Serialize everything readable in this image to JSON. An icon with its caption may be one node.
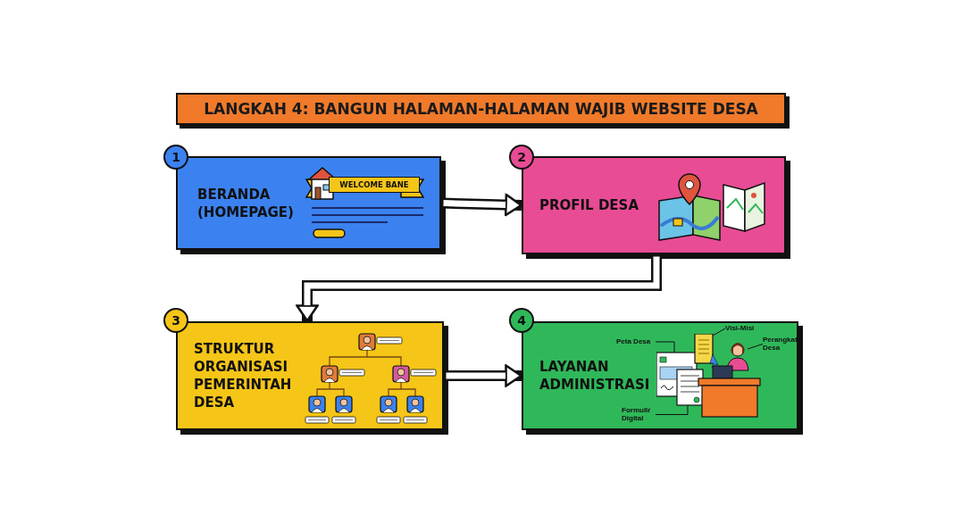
{
  "diagram": {
    "title": "LANGKAH 4: BANGUN HALAMAN-HALAMAN WAJIB WEBSITE DESA",
    "nodes": [
      {
        "text": [
          "BERANDA (HOMEPAGE)"
        ]
      },
      {
        "text": [
          "1"
        ]
      },
      {
        "text": [
          "WELCOME BANE"
        ],
        "in": 0
      },
      {
        "text": [
          "PROFIL DESA"
        ]
      },
      {
        "text": [
          "2"
        ]
      },
      {
        "text": [
          "STRUKTUR ORGANISASI PEMERINTAH DESA"
        ]
      },
      {
        "text": [
          "3"
        ]
      },
      {
        "text": [
          "LAYANAN ADMINISTRASI"
        ]
      },
      {
        "text": [
          "4"
        ]
      },
      {
        "text": [
          "Peta Desa"
        ],
        "in": 7
      },
      {
        "text": [
          "Visi-Misi"
        ],
        "in": 7
      },
      {
        "text": [
          "Perangkat Desa"
        ],
        "in": 7
      },
      {
        "text": [
          "Formulir Digital"
        ],
        "in": 7
      }
    ],
    "edges": [
      {
        "from": 0,
        "to": 3,
        "arrow": "to",
        "style": "thick"
      },
      {
        "from": 3,
        "to": 5,
        "arrow": "to",
        "style": "thick"
      },
      {
        "from": 5,
        "to": 7,
        "arrow": "to",
        "style": "thick"
      },
      {
        "from": 9,
        "to": null,
        "arrow": "none"
      },
      {
        "from": 10,
        "to": null,
        "arrow": "none"
      },
      {
        "from": 11,
        "to": null,
        "arrow": "none"
      },
      {
        "from": 12,
        "to": null,
        "arrow": "none"
      }
    ]
  }
}
